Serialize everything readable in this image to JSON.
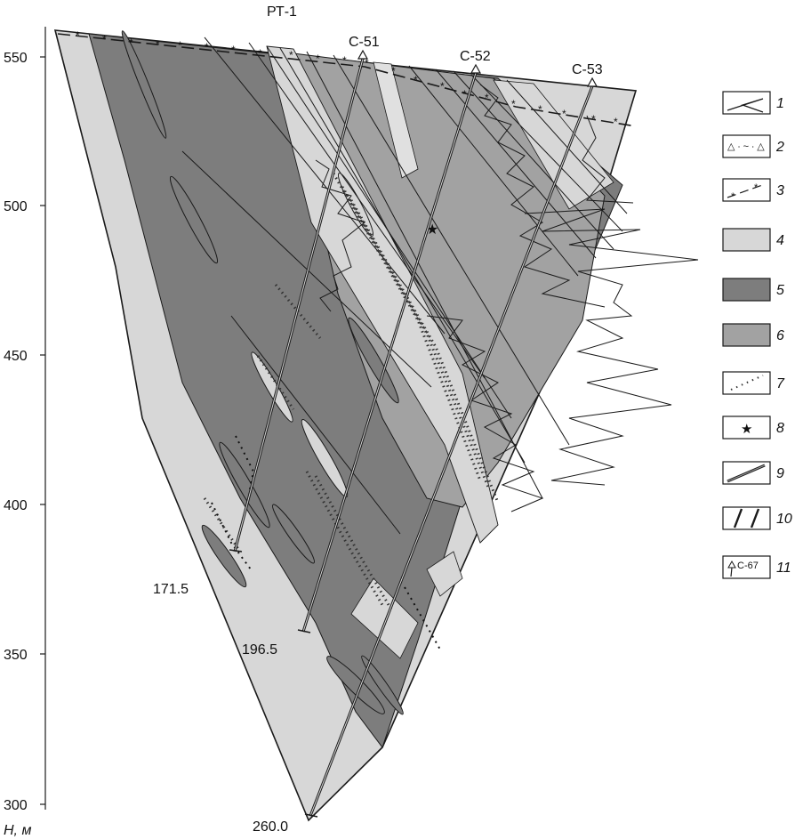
{
  "figure": {
    "section_label": "РТ-1",
    "axis": {
      "title": "H, м",
      "ticks": [
        "550",
        "500",
        "450",
        "400",
        "350",
        "300"
      ]
    },
    "wells": [
      {
        "label": "С-51",
        "bottom_depth": "171.5"
      },
      {
        "label": "С-52",
        "bottom_depth": "196.5"
      },
      {
        "label": "С-53",
        "bottom_depth": "260.0"
      }
    ],
    "legend": {
      "items": [
        "1",
        "2",
        "3",
        "4",
        "5",
        "6",
        "7",
        "8",
        "9",
        "10",
        "11"
      ],
      "well_symbol_text": "С-67"
    },
    "colors": {
      "light": "#d7d7d7",
      "dark": "#7d7d7d",
      "medium": "#a2a2a2",
      "line": "#1a1a1a"
    }
  }
}
